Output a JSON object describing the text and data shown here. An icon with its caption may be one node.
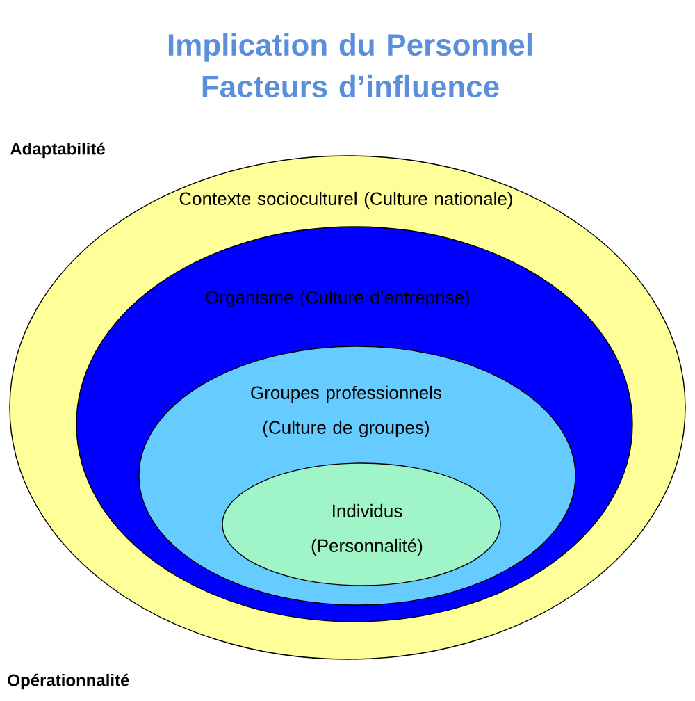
{
  "diagram": {
    "title": "Implication du Personnel Facteurs d’influence",
    "nodes": [
      {
        "text": [
          "Contexte socioculturel (Culture nationale)"
        ]
      },
      {
        "text": [
          "Organisme (Culture d’entreprise)"
        ],
        "in": 0
      },
      {
        "text": [
          "Groupes professionnels (Culture de groupes)"
        ],
        "in": 1
      },
      {
        "text": [
          "Individus (Personnalité)"
        ],
        "in": 2
      }
    ],
    "labels": [
      "Adaptabilité",
      "Opérationnalité"
    ]
  }
}
